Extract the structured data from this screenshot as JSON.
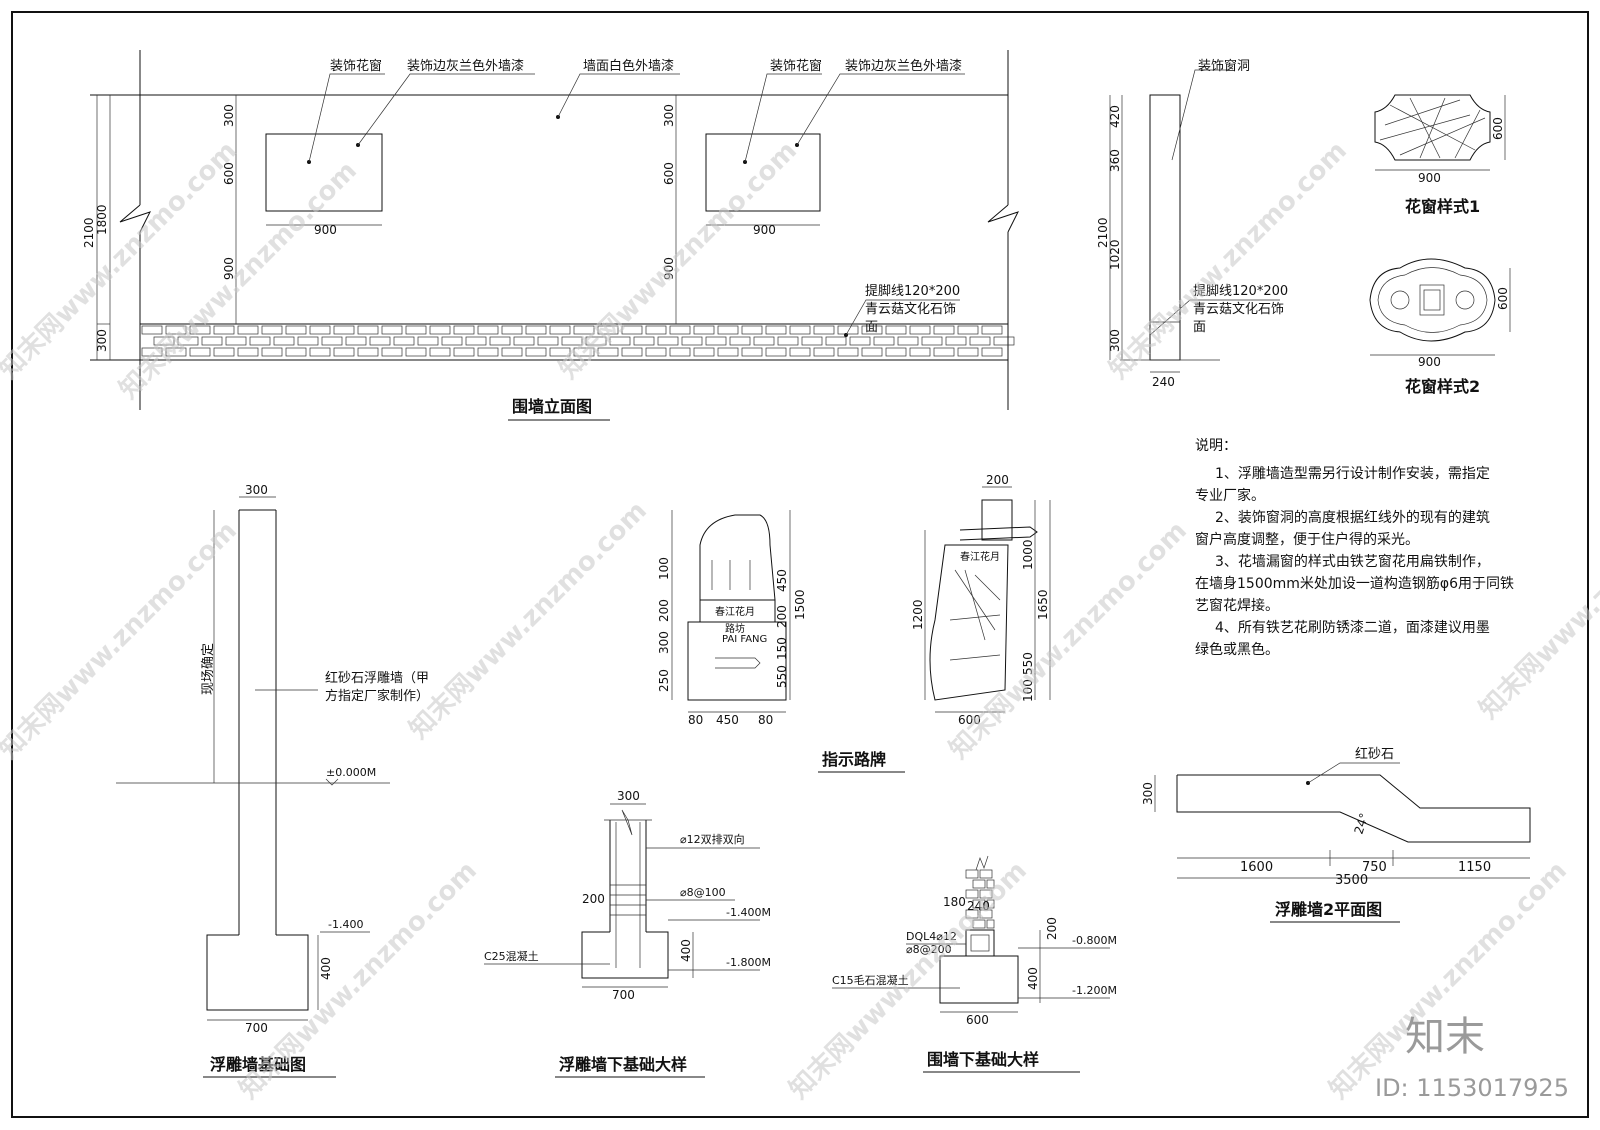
{
  "elevation": {
    "title": "围墙立面图",
    "labels": {
      "flower_window": "装饰花窗",
      "border_paint": "装饰边灰兰色外墙漆",
      "white_paint": "墙面白色外墙漆",
      "window_opening": "装饰窗洞",
      "skirting_1": "提脚线120*200",
      "skirting_2": "青云菇文化石饰",
      "skirting_3": "面"
    },
    "dims": {
      "d2100": "2100",
      "d1800": "1800",
      "d300": "300",
      "d600": "600",
      "d900": "900",
      "d420": "420",
      "d360": "360",
      "d1020": "1020",
      "d240": "240"
    }
  },
  "window_styles": {
    "style1": "花窗样式1",
    "style2": "花窗样式2",
    "w": "900",
    "h": "600"
  },
  "notes": {
    "head": "说明：",
    "lines": [
      "1、浮雕墙造型需另行设计制作安装，需指定",
      "专业厂家。",
      "2、装饰窗洞的高度根据红线外的现有的建筑",
      "窗户高度调整，便于住户得的采光。",
      "3、花墙漏窗的样式由铁艺窗花用扁铁制作，",
      "在墙身1500mm米处加设一道构造钢筋φ6用于同铁",
      "艺窗花焊接。",
      "4、所有铁艺花刷防锈漆二道，面漆建议用墨",
      "绿色或黑色。"
    ]
  },
  "relief_foundation": {
    "title": "浮雕墙基础图",
    "site": "现场确定",
    "wall_1": "红砂石浮雕墙（甲",
    "wall_2": "方指定厂家制作）",
    "level0": "±0.000M",
    "level1": "-1.400",
    "w300": "300",
    "w700": "700",
    "h400": "400"
  },
  "signpost": {
    "title": "指示路牌",
    "sign_text": "春江花月",
    "sub_text": "路坊",
    "sub_pinyin": "PAI FANG",
    "dims": [
      "100",
      "200",
      "300",
      "250",
      "450",
      "200",
      "150",
      "550",
      "1500",
      "80",
      "450",
      "80"
    ],
    "side_dims": [
      "200",
      "1000",
      "1650",
      "1200",
      "550",
      "100",
      "600"
    ]
  },
  "relief_detail": {
    "title": "浮雕墙下基础大样",
    "rebar": "⌀12双排双向",
    "stirrup": "⌀8@100",
    "concrete": "C25混凝土",
    "l1": "-1.400M",
    "l2": "-1.800M",
    "w300": "300",
    "d200": "200",
    "d400": "400",
    "w700": "700"
  },
  "wall_detail": {
    "title": "围墙下基础大样",
    "beam1": "DQL4⌀12",
    "beam2": "⌀8@200",
    "concrete": "C15毛石混凝土",
    "l1": "-0.800M",
    "l2": "-1.200M",
    "d180": "180",
    "d240": "240",
    "d200": "200",
    "d400": "400",
    "w600": "600"
  },
  "plan2": {
    "title": "浮雕墙2平面图",
    "material": "红砂石",
    "h300": "300",
    "angle": "24°",
    "d1600": "1600",
    "d750": "750",
    "d1150": "1150",
    "d3500": "3500"
  },
  "watermark": {
    "text": "知末网www.znzmo.com",
    "brand": "知末",
    "id": "ID: 1153017925"
  }
}
